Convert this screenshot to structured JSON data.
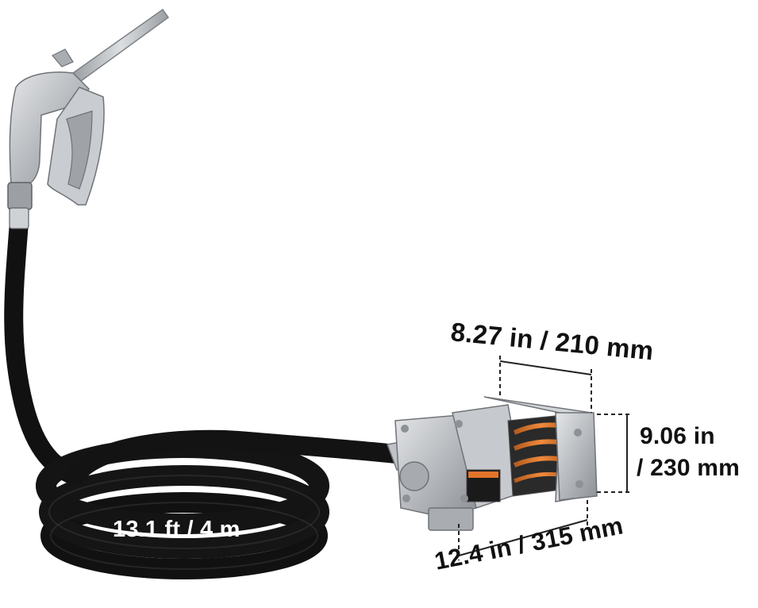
{
  "image": {
    "background": "#ffffff",
    "subject": "fuel-transfer-pump-with-hose-and-nozzle",
    "colors": {
      "hose": "#111111",
      "metal": "#b9bcc0",
      "accent": "#e2742a",
      "dimension_line": "#222222"
    }
  },
  "dimensions": {
    "width_label": "8.27 in / 210 mm",
    "height_label_line1": "9.06 in",
    "height_label_line2": "/ 230 mm",
    "length_label": "12.4 in / 315 mm",
    "hose_label": "13.1 ft / 4 m"
  }
}
